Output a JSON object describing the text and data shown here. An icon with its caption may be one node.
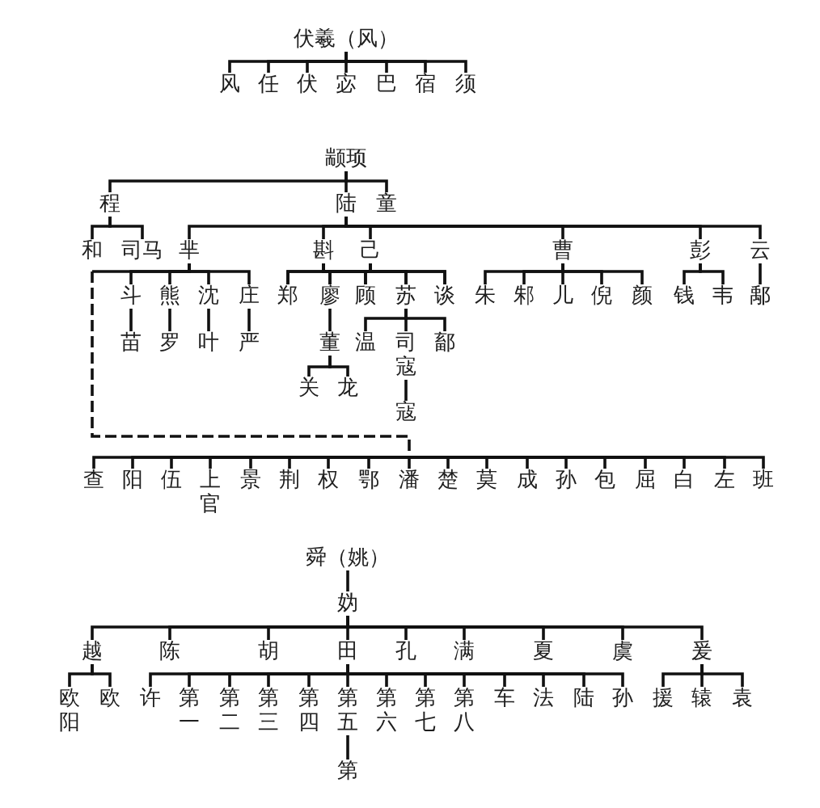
{
  "diagram": {
    "nodes": [
      {
        "text": [
          "伏羲（风）"
        ]
      },
      {
        "text": [
          "风"
        ]
      },
      {
        "text": [
          "任"
        ]
      },
      {
        "text": [
          "伏"
        ]
      },
      {
        "text": [
          "宓"
        ]
      },
      {
        "text": [
          "巴"
        ]
      },
      {
        "text": [
          "宿"
        ]
      },
      {
        "text": [
          "须"
        ]
      },
      {
        "text": [
          "颛顼"
        ]
      },
      {
        "text": [
          "程"
        ]
      },
      {
        "text": [
          "陆"
        ]
      },
      {
        "text": [
          "童"
        ]
      },
      {
        "text": [
          "和"
        ]
      },
      {
        "text": [
          "司马"
        ]
      },
      {
        "text": [
          "芈"
        ]
      },
      {
        "text": [
          "斟"
        ]
      },
      {
        "text": [
          "己"
        ]
      },
      {
        "text": [
          "曹"
        ]
      },
      {
        "text": [
          "彭"
        ]
      },
      {
        "text": [
          "云"
        ]
      },
      {
        "text": [
          "斗"
        ]
      },
      {
        "text": [
          "熊"
        ]
      },
      {
        "text": [
          "沈"
        ]
      },
      {
        "text": [
          "庄"
        ]
      },
      {
        "text": [
          "郑"
        ]
      },
      {
        "text": [
          "廖"
        ]
      },
      {
        "text": [
          "顾"
        ]
      },
      {
        "text": [
          "苏"
        ]
      },
      {
        "text": [
          "谈"
        ]
      },
      {
        "text": [
          "朱"
        ]
      },
      {
        "text": [
          "邾"
        ]
      },
      {
        "text": [
          "儿"
        ]
      },
      {
        "text": [
          "倪"
        ]
      },
      {
        "text": [
          "颜"
        ]
      },
      {
        "text": [
          "钱"
        ]
      },
      {
        "text": [
          "韦"
        ]
      },
      {
        "text": [
          "鄅"
        ]
      },
      {
        "text": [
          "苗"
        ]
      },
      {
        "text": [
          "罗"
        ]
      },
      {
        "text": [
          "叶"
        ]
      },
      {
        "text": [
          "严"
        ]
      },
      {
        "text": [
          "董"
        ]
      },
      {
        "text": [
          "温"
        ]
      },
      {
        "text": [
          "司寇"
        ]
      },
      {
        "text": [
          "鄐"
        ]
      },
      {
        "text": [
          "关"
        ]
      },
      {
        "text": [
          "龙"
        ]
      },
      {
        "text": [
          "寇"
        ]
      },
      {
        "text": [
          "查"
        ]
      },
      {
        "text": [
          "阳"
        ]
      },
      {
        "text": [
          "伍"
        ]
      },
      {
        "text": [
          "上官"
        ]
      },
      {
        "text": [
          "景"
        ]
      },
      {
        "text": [
          "荆"
        ]
      },
      {
        "text": [
          "权"
        ]
      },
      {
        "text": [
          "鄂"
        ]
      },
      {
        "text": [
          "潘"
        ]
      },
      {
        "text": [
          "楚"
        ]
      },
      {
        "text": [
          "莫"
        ]
      },
      {
        "text": [
          "成"
        ]
      },
      {
        "text": [
          "孙"
        ]
      },
      {
        "text": [
          "包"
        ]
      },
      {
        "text": [
          "屈"
        ]
      },
      {
        "text": [
          "白"
        ]
      },
      {
        "text": [
          "左"
        ]
      },
      {
        "text": [
          "班"
        ]
      },
      {
        "text": [
          "舜（姚）"
        ]
      },
      {
        "text": [
          "妫"
        ]
      },
      {
        "text": [
          "越"
        ]
      },
      {
        "text": [
          "陈"
        ]
      },
      {
        "text": [
          "胡"
        ]
      },
      {
        "text": [
          "田"
        ]
      },
      {
        "text": [
          "孔"
        ]
      },
      {
        "text": [
          "满"
        ]
      },
      {
        "text": [
          "夏"
        ]
      },
      {
        "text": [
          "虞"
        ]
      },
      {
        "text": [
          "爰"
        ]
      },
      {
        "text": [
          "欧阳"
        ]
      },
      {
        "text": [
          "欧"
        ]
      },
      {
        "text": [
          "许"
        ]
      },
      {
        "text": [
          "第一"
        ]
      },
      {
        "text": [
          "第二"
        ]
      },
      {
        "text": [
          "第三"
        ]
      },
      {
        "text": [
          "第四"
        ]
      },
      {
        "text": [
          "第五"
        ]
      },
      {
        "text": [
          "第六"
        ]
      },
      {
        "text": [
          "第七"
        ]
      },
      {
        "text": [
          "第八"
        ]
      },
      {
        "text": [
          "车"
        ]
      },
      {
        "text": [
          "法"
        ]
      },
      {
        "text": [
          "陆"
        ]
      },
      {
        "text": [
          "孙"
        ]
      },
      {
        "text": [
          "援"
        ]
      },
      {
        "text": [
          "辕"
        ]
      },
      {
        "text": [
          "袁"
        ]
      },
      {
        "text": [
          "第"
        ]
      }
    ],
    "edges": [
      {
        "from": 0,
        "to": 1,
        "arrow": "none"
      },
      {
        "from": 0,
        "to": 2,
        "arrow": "none"
      },
      {
        "from": 0,
        "to": 3,
        "arrow": "none"
      },
      {
        "from": 0,
        "to": 4,
        "arrow": "none"
      },
      {
        "from": 0,
        "to": 5,
        "arrow": "none"
      },
      {
        "from": 0,
        "to": 6,
        "arrow": "none"
      },
      {
        "from": 0,
        "to": 7,
        "arrow": "none"
      },
      {
        "from": 8,
        "to": 9,
        "arrow": "none"
      },
      {
        "from": 8,
        "to": 10,
        "arrow": "none"
      },
      {
        "from": 8,
        "to": 11,
        "arrow": "none"
      },
      {
        "from": 9,
        "to": 12,
        "arrow": "none"
      },
      {
        "from": 9,
        "to": 13,
        "arrow": "none"
      },
      {
        "from": 10,
        "to": 14,
        "arrow": "none"
      },
      {
        "from": 10,
        "to": 15,
        "arrow": "none"
      },
      {
        "from": 10,
        "to": 16,
        "arrow": "none"
      },
      {
        "from": 10,
        "to": 17,
        "arrow": "none"
      },
      {
        "from": 10,
        "to": 18,
        "arrow": "none"
      },
      {
        "from": 10,
        "to": 19,
        "arrow": "none"
      },
      {
        "from": 14,
        "to": 20,
        "arrow": "none"
      },
      {
        "from": 14,
        "to": 21,
        "arrow": "none"
      },
      {
        "from": 14,
        "to": 22,
        "arrow": "none"
      },
      {
        "from": 14,
        "to": 23,
        "arrow": "none"
      },
      {
        "from": 15,
        "to": 24,
        "arrow": "none"
      },
      {
        "from": 15,
        "to": 25,
        "arrow": "none"
      },
      {
        "from": 15,
        "to": 26,
        "arrow": "none"
      },
      {
        "from": 15,
        "to": 27,
        "arrow": "none"
      },
      {
        "from": 15,
        "to": 28,
        "arrow": "none"
      },
      {
        "from": 16,
        "to": 24,
        "arrow": "none"
      },
      {
        "from": 16,
        "to": 25,
        "arrow": "none"
      },
      {
        "from": 16,
        "to": 26,
        "arrow": "none"
      },
      {
        "from": 16,
        "to": 27,
        "arrow": "none"
      },
      {
        "from": 16,
        "to": 28,
        "arrow": "none"
      },
      {
        "from": 17,
        "to": 29,
        "arrow": "none"
      },
      {
        "from": 17,
        "to": 30,
        "arrow": "none"
      },
      {
        "from": 17,
        "to": 31,
        "arrow": "none"
      },
      {
        "from": 17,
        "to": 32,
        "arrow": "none"
      },
      {
        "from": 17,
        "to": 33,
        "arrow": "none"
      },
      {
        "from": 18,
        "to": 34,
        "arrow": "none"
      },
      {
        "from": 18,
        "to": 35,
        "arrow": "none"
      },
      {
        "from": 19,
        "to": 36,
        "arrow": "none"
      },
      {
        "from": 20,
        "to": 37,
        "arrow": "none"
      },
      {
        "from": 21,
        "to": 38,
        "arrow": "none"
      },
      {
        "from": 22,
        "to": 39,
        "arrow": "none"
      },
      {
        "from": 23,
        "to": 40,
        "arrow": "none"
      },
      {
        "from": 25,
        "to": 41,
        "arrow": "none"
      },
      {
        "from": 27,
        "to": 42,
        "arrow": "none"
      },
      {
        "from": 27,
        "to": 43,
        "arrow": "none"
      },
      {
        "from": 27,
        "to": 44,
        "arrow": "none"
      },
      {
        "from": 41,
        "to": 45,
        "arrow": "none"
      },
      {
        "from": 41,
        "to": 46,
        "arrow": "none"
      },
      {
        "from": 43,
        "to": 47,
        "arrow": "none"
      },
      {
        "from": 14,
        "to": 48,
        "arrow": "none",
        "style": "dashed"
      },
      {
        "from": 14,
        "to": 49,
        "arrow": "none",
        "style": "dashed"
      },
      {
        "from": 14,
        "to": 50,
        "arrow": "none",
        "style": "dashed"
      },
      {
        "from": 14,
        "to": 51,
        "arrow": "none",
        "style": "dashed"
      },
      {
        "from": 14,
        "to": 52,
        "arrow": "none",
        "style": "dashed"
      },
      {
        "from": 14,
        "to": 53,
        "arrow": "none",
        "style": "dashed"
      },
      {
        "from": 14,
        "to": 54,
        "arrow": "none",
        "style": "dashed"
      },
      {
        "from": 14,
        "to": 55,
        "arrow": "none",
        "style": "dashed"
      },
      {
        "from": 14,
        "to": 56,
        "arrow": "none",
        "style": "dashed"
      },
      {
        "from": 14,
        "to": 57,
        "arrow": "none",
        "style": "dashed"
      },
      {
        "from": 14,
        "to": 58,
        "arrow": "none",
        "style": "dashed"
      },
      {
        "from": 14,
        "to": 59,
        "arrow": "none",
        "style": "dashed"
      },
      {
        "from": 14,
        "to": 60,
        "arrow": "none",
        "style": "dashed"
      },
      {
        "from": 14,
        "to": 61,
        "arrow": "none",
        "style": "dashed"
      },
      {
        "from": 14,
        "to": 62,
        "arrow": "none",
        "style": "dashed"
      },
      {
        "from": 14,
        "to": 63,
        "arrow": "none",
        "style": "dashed"
      },
      {
        "from": 14,
        "to": 64,
        "arrow": "none",
        "style": "dashed"
      },
      {
        "from": 14,
        "to": 65,
        "arrow": "none",
        "style": "dashed"
      },
      {
        "from": 66,
        "to": 67,
        "arrow": "none"
      },
      {
        "from": 67,
        "to": 68,
        "arrow": "none"
      },
      {
        "from": 67,
        "to": 69,
        "arrow": "none"
      },
      {
        "from": 67,
        "to": 70,
        "arrow": "none"
      },
      {
        "from": 67,
        "to": 71,
        "arrow": "none"
      },
      {
        "from": 67,
        "to": 72,
        "arrow": "none"
      },
      {
        "from": 67,
        "to": 73,
        "arrow": "none"
      },
      {
        "from": 67,
        "to": 74,
        "arrow": "none"
      },
      {
        "from": 67,
        "to": 75,
        "arrow": "none"
      },
      {
        "from": 67,
        "to": 76,
        "arrow": "none"
      },
      {
        "from": 68,
        "to": 77,
        "arrow": "none"
      },
      {
        "from": 68,
        "to": 78,
        "arrow": "none"
      },
      {
        "from": 71,
        "to": 79,
        "arrow": "none"
      },
      {
        "from": 71,
        "to": 80,
        "arrow": "none"
      },
      {
        "from": 71,
        "to": 81,
        "arrow": "none"
      },
      {
        "from": 71,
        "to": 82,
        "arrow": "none"
      },
      {
        "from": 71,
        "to": 83,
        "arrow": "none"
      },
      {
        "from": 71,
        "to": 84,
        "arrow": "none"
      },
      {
        "from": 71,
        "to": 85,
        "arrow": "none"
      },
      {
        "from": 71,
        "to": 86,
        "arrow": "none"
      },
      {
        "from": 71,
        "to": 87,
        "arrow": "none"
      },
      {
        "from": 71,
        "to": 88,
        "arrow": "none"
      },
      {
        "from": 71,
        "to": 89,
        "arrow": "none"
      },
      {
        "from": 71,
        "to": 90,
        "arrow": "none"
      },
      {
        "from": 71,
        "to": 91,
        "arrow": "none"
      },
      {
        "from": 76,
        "to": 92,
        "arrow": "none"
      },
      {
        "from": 76,
        "to": 93,
        "arrow": "none"
      },
      {
        "from": 76,
        "to": 94,
        "arrow": "none"
      },
      {
        "from": 84,
        "to": 95,
        "arrow": "none"
      }
    ]
  }
}
